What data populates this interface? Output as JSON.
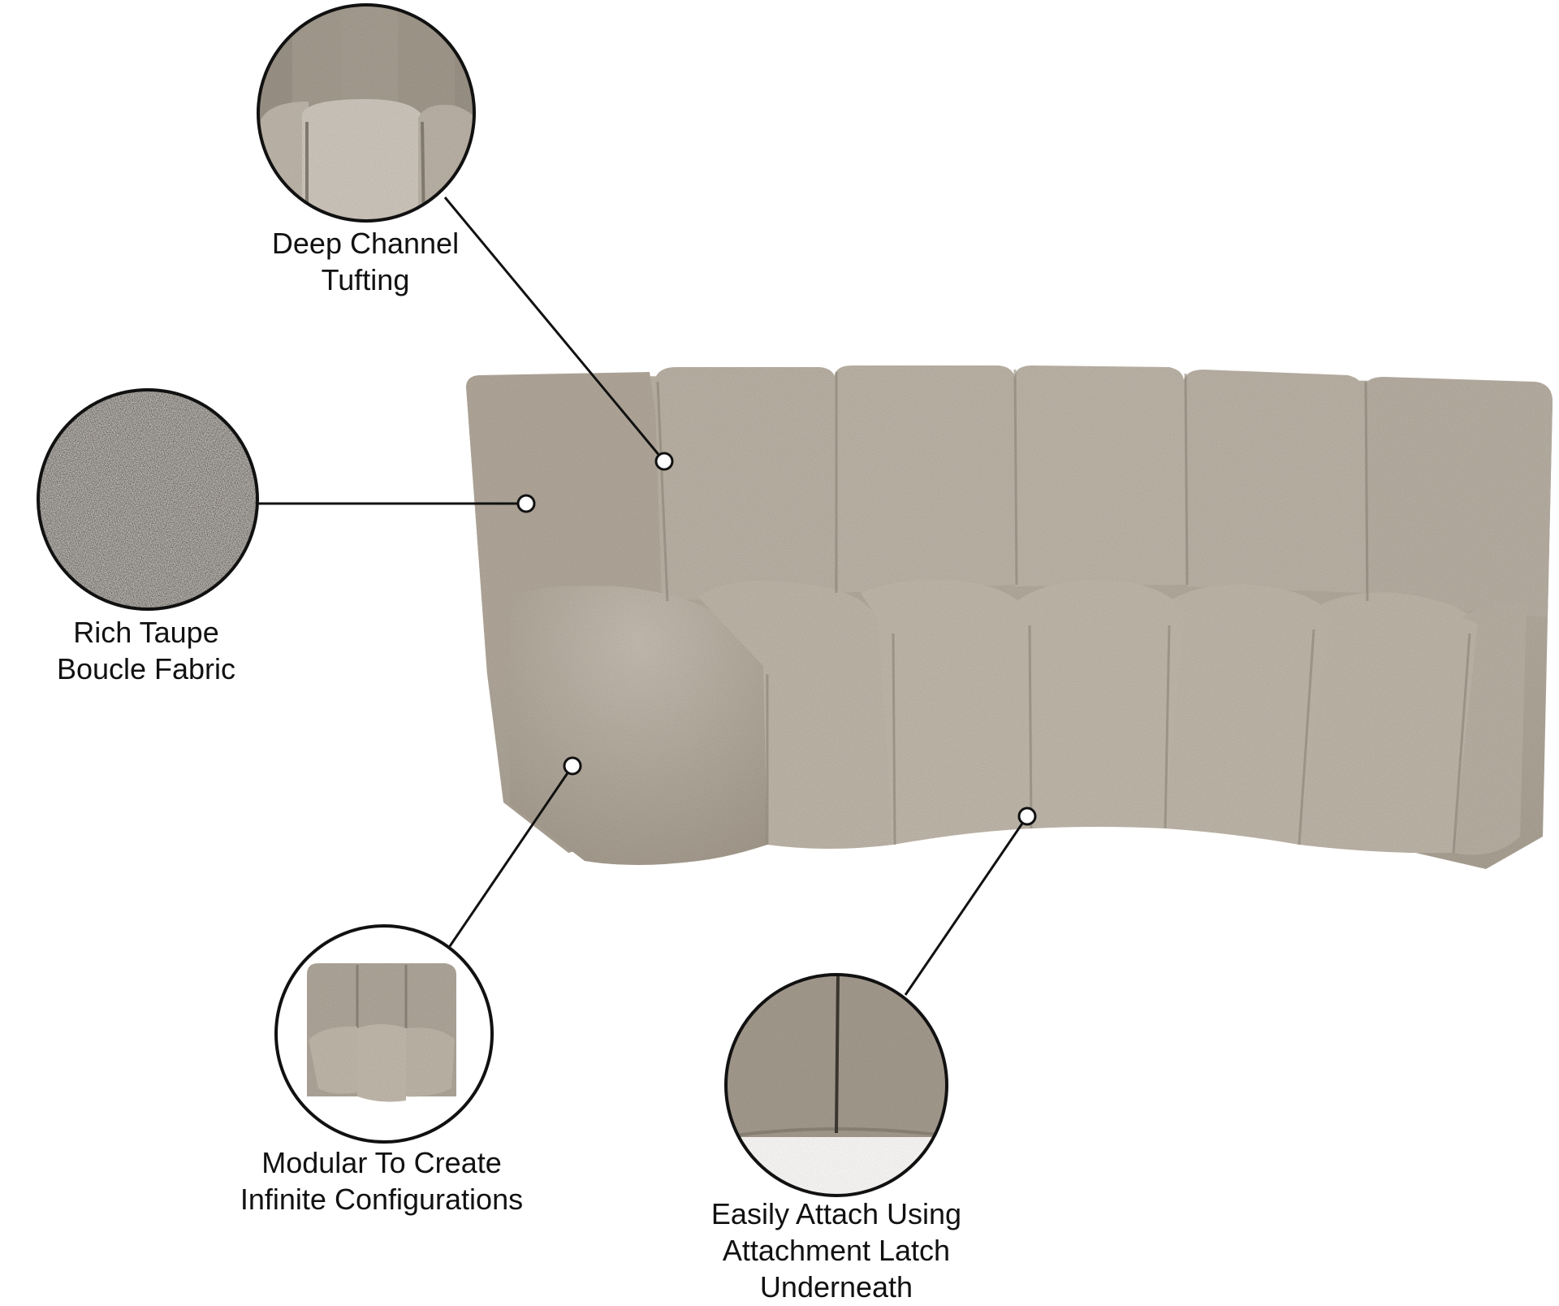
{
  "colors": {
    "background": "#ffffff",
    "fabric": "#bbb2a6",
    "fabric_shadow": "#a39a8d",
    "fabric_dark": "#7f776c",
    "callout_line": "#111111"
  },
  "callouts": [
    {
      "key": "tufting",
      "lines": [
        "Deep Channel",
        "Tufting"
      ]
    },
    {
      "key": "fabric",
      "lines": [
        "Rich Taupe",
        "Boucle Fabric"
      ]
    },
    {
      "key": "modular",
      "lines": [
        "Modular To Create",
        "Infinite Configurations"
      ]
    },
    {
      "key": "latch",
      "lines": [
        "Easily Attach Using",
        "Attachment Latch",
        "Underneath"
      ]
    }
  ]
}
